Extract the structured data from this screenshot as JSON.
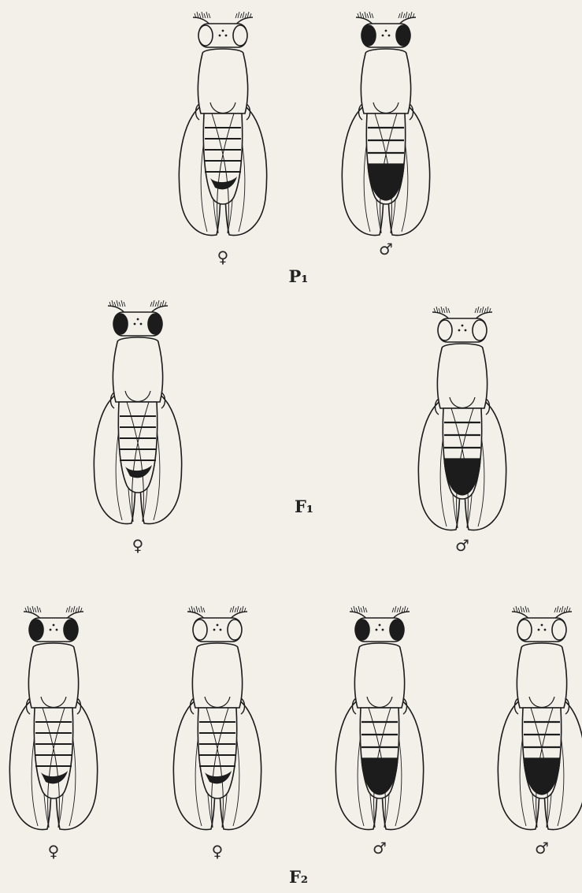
{
  "colors": {
    "paper": "#f3f0ea",
    "ink": "#1c1c1c"
  },
  "generations": [
    {
      "label": "P₁",
      "flies": [
        {
          "sex": "♀",
          "eyes": "white",
          "abdomen": "female-striped"
        },
        {
          "sex": "♂",
          "eyes": "red",
          "abdomen": "male-dark"
        }
      ]
    },
    {
      "label": "F₁",
      "flies": [
        {
          "sex": "♀",
          "eyes": "red",
          "abdomen": "female-striped"
        },
        {
          "sex": "♂",
          "eyes": "white",
          "abdomen": "male-dark"
        }
      ]
    },
    {
      "label": "F₂",
      "flies": [
        {
          "sex": "♀",
          "eyes": "red",
          "abdomen": "female-striped"
        },
        {
          "sex": "♀",
          "eyes": "white",
          "abdomen": "female-striped"
        },
        {
          "sex": "♂",
          "eyes": "red",
          "abdomen": "male-dark"
        },
        {
          "sex": "♂",
          "eyes": "white",
          "abdomen": "male-dark"
        }
      ]
    }
  ]
}
